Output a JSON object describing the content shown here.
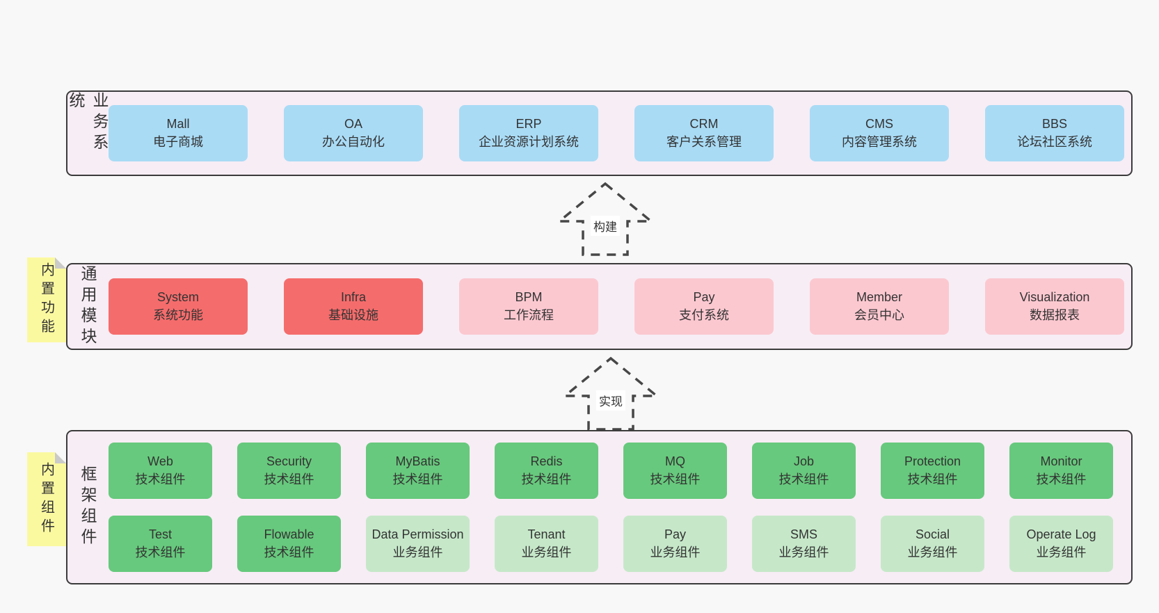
{
  "colors": {
    "page_bg": "#f8f8f8",
    "panel_bg": "#f7edf5",
    "panel_border": "#3b3b3b",
    "blue": "#a9dbf5",
    "red": "#f56c6c",
    "pink": "#fcc8d0",
    "green": "#67c97d",
    "green_light": "#c6e8c9",
    "note_bg": "#fbf9a0",
    "note_fold": "#cacaca",
    "text": "#333333",
    "arrow": "#474747",
    "arrow_label_bg": "#ffffff"
  },
  "arrows": [
    {
      "label": "构建"
    },
    {
      "label": "实现"
    }
  ],
  "tiers": [
    {
      "label": "业务系统",
      "boxes": [
        {
          "title": "Mall",
          "subtitle": "电子商城"
        },
        {
          "title": "OA",
          "subtitle": "办公自动化"
        },
        {
          "title": "ERP",
          "subtitle": "企业资源计划系统"
        },
        {
          "title": "CRM",
          "subtitle": "客户关系管理"
        },
        {
          "title": "CMS",
          "subtitle": "内容管理系统"
        },
        {
          "title": "BBS",
          "subtitle": "论坛社区系统"
        }
      ]
    },
    {
      "label": "通用模块",
      "note": "内置功能",
      "boxes": [
        {
          "title": "System",
          "subtitle": "系统功能"
        },
        {
          "title": "Infra",
          "subtitle": "基础设施"
        },
        {
          "title": "BPM",
          "subtitle": "工作流程"
        },
        {
          "title": "Pay",
          "subtitle": "支付系统"
        },
        {
          "title": "Member",
          "subtitle": "会员中心"
        },
        {
          "title": "Visualization",
          "subtitle": "数据报表"
        }
      ]
    },
    {
      "label": "框架组件",
      "note": "内置组件",
      "rows": [
        [
          {
            "title": "Web",
            "subtitle": "技术组件"
          },
          {
            "title": "Security",
            "subtitle": "技术组件"
          },
          {
            "title": "MyBatis",
            "subtitle": "技术组件"
          },
          {
            "title": "Redis",
            "subtitle": "技术组件"
          },
          {
            "title": "MQ",
            "subtitle": "技术组件"
          },
          {
            "title": "Job",
            "subtitle": "技术组件"
          },
          {
            "title": "Protection",
            "subtitle": "技术组件"
          },
          {
            "title": "Monitor",
            "subtitle": "技术组件"
          }
        ],
        [
          {
            "title": "Test",
            "subtitle": "技术组件"
          },
          {
            "title": "Flowable",
            "subtitle": "技术组件"
          },
          {
            "title": "Data Permission",
            "subtitle": "业务组件"
          },
          {
            "title": "Tenant",
            "subtitle": "业务组件"
          },
          {
            "title": "Pay",
            "subtitle": "业务组件"
          },
          {
            "title": "SMS",
            "subtitle": "业务组件"
          },
          {
            "title": "Social",
            "subtitle": "业务组件"
          },
          {
            "title": "Operate Log",
            "subtitle": "业务组件"
          }
        ]
      ]
    }
  ]
}
